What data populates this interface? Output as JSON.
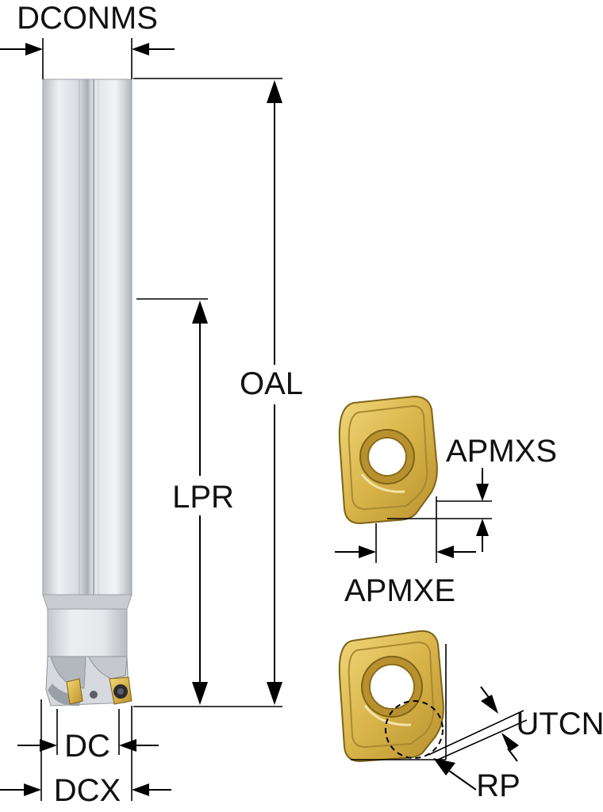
{
  "labels": {
    "dconms": "DCONMS",
    "oal": "OAL",
    "lpr": "LPR",
    "dc": "DC",
    "dcx": "DCX",
    "apmxs": "APMXS",
    "apmxe": "APMXE",
    "utcn": "UTCN",
    "rp": "RP"
  },
  "colors": {
    "insert_gold": "#d9b44a",
    "insert_dark": "#8a6d1c",
    "body_light": "#e9ebee",
    "body_mid": "#c4c8ce",
    "body_dark": "#8e949c"
  }
}
